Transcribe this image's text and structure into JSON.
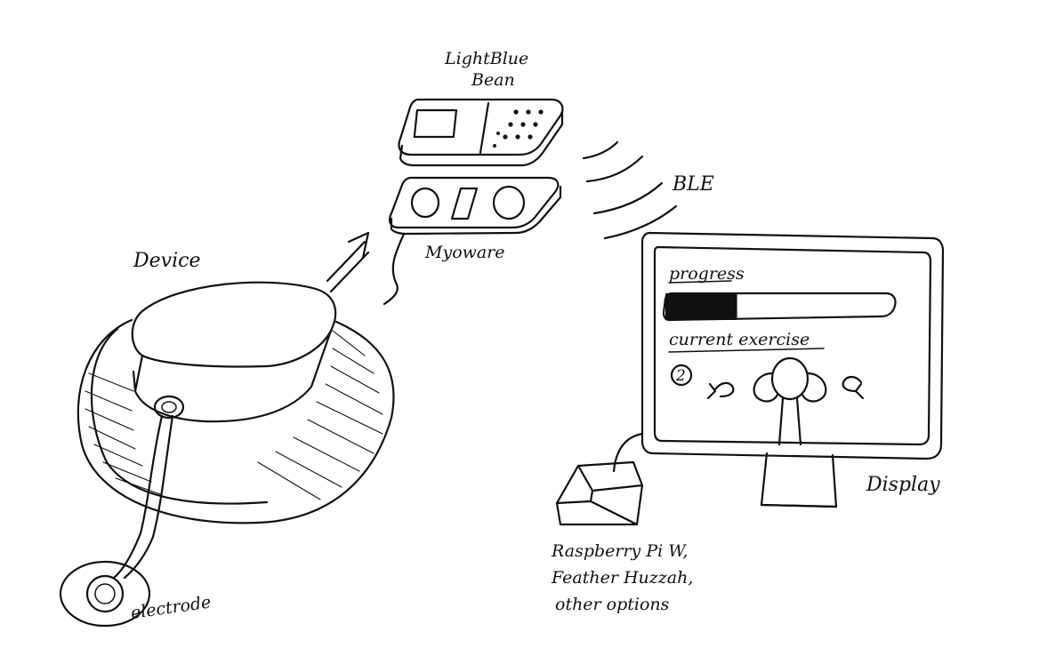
{
  "labels": {
    "device": "Device",
    "electrode": "electrode",
    "lightblue_line1": "LightBlue",
    "lightblue_line2": "Bean",
    "myoware": "Myoware",
    "ble": "BLE",
    "display": "Display",
    "progress": "progress",
    "current_exercise": "current exercise",
    "exercise_number": "2",
    "board_line1": "Raspberry Pi W,",
    "board_line2": "Feather Huzzah,",
    "board_line3": "other options"
  },
  "progress_fraction": 0.31
}
